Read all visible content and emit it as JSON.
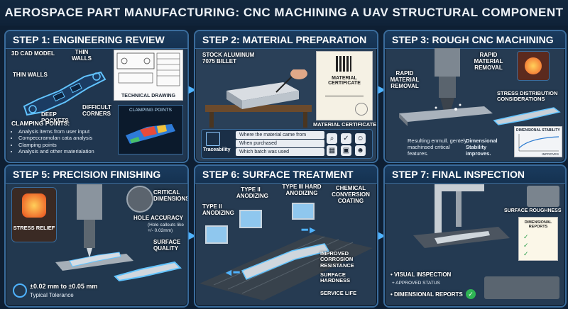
{
  "title": "Aerospace Part Manufacturing: CNC Machining a UAV Structural Component",
  "steps": {
    "s1": {
      "header": "Step 1: Engineering Review",
      "cad_label": "3D CAD Model",
      "thin_walls_left": "Thin Walls",
      "thin_walls_top": "Thin Walls",
      "deep_pockets": "Deep Pockets",
      "difficult_corners": "Difficult Corners",
      "technical_drawing": "Technical Drawing",
      "clamping_panel_label": "Clamping Points",
      "clamping_heading": "Clamping Points:",
      "clamping_items": [
        "Analysis items from user input",
        "Compeccramolan cata analysis",
        "Clamping points",
        "Analysis and other materialation"
      ]
    },
    "s2": {
      "header": "Step 2: Material Preparation",
      "stock": "Stock Aluminum\n7075 Billet",
      "cert_title": "Material Certificate",
      "cert_caption": "Material Certificate",
      "traceability": "Traceability",
      "trace_rows": [
        "Where the material came from",
        "When purchased",
        "Which batch was used"
      ]
    },
    "s3": {
      "header": "Step 3: Rough CNC Machining",
      "rapid_left": "Rapid Material Removal",
      "rapid_right": "Rapid Material Removal",
      "stress_dist": "Stress Distribution Considerations",
      "resulting": "Resulting enmull. gentely machinsed critical features.",
      "dim_stability": "Dimensional Stability improves.",
      "chart_label": "Dimensional Stability",
      "chart_axis": "Improves"
    },
    "s5": {
      "header": "Step 5: Precision Finishing",
      "stress_relief": "Stress Relief",
      "critical_dims": "Critical Dimensions",
      "hole_accuracy": "Hole Accuracy",
      "hole_note": "(Hole callouts like +/- 0.02mm)",
      "surface_quality": "Surface Quality",
      "tolerance": "±0.02 mm to ±0.05 mm",
      "tolerance_note": "Typical Tolerance"
    },
    "s6": {
      "header": "Step 6: Surface Treatment",
      "type2_left": "Type II Anodizing",
      "type2": "Type II Anodizing",
      "type3": "Type III Hard Anodizing",
      "chem": "Chemical Conversion Coating",
      "improved_corrosion": "Improved Corrosion Resistance",
      "surface_hardness": "Surface Hardness",
      "service_life": "Service Life"
    },
    "s7": {
      "header": "Step 7: Final Inspection",
      "surface_roughness": "Surface Roughness",
      "dim_reports_card": "Dimensional Reports",
      "visual_inspection": "• Visual Inspection",
      "approved": "+ Approved Status",
      "dim_reports": "• Dimensional Reports"
    }
  },
  "colors": {
    "accent": "#4fb3ff",
    "frame": "#3a6c9c",
    "bg": "#0e1f33"
  }
}
